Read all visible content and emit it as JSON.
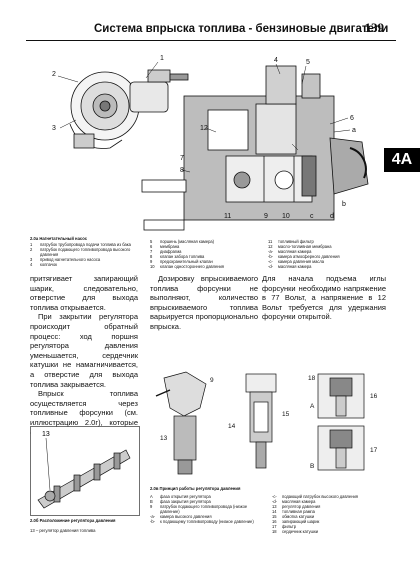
{
  "header": {
    "title": "Система впрыска топлива - бензиновые двигатели",
    "page": "139"
  },
  "tab": "4A",
  "fig1": {
    "caption": "2.0а Нагнетательный насос",
    "callouts": [
      "1",
      "2",
      "3",
      "4",
      "5",
      "6",
      "7",
      "8",
      "9",
      "10",
      "11",
      "12",
      "a",
      "b",
      "c",
      "d"
    ],
    "legend_col1": [
      {
        "k": "1",
        "v": "патрубок трубопровода подачи топлива из бака"
      },
      {
        "k": "2",
        "v": "патрубок подающего топливопровода высокого давления"
      },
      {
        "k": "3",
        "v": "привод нагнетательного насоса"
      },
      {
        "k": "4",
        "v": "колпачок"
      }
    ],
    "legend_col2": [
      {
        "k": "5",
        "v": "поршень (масляная камера)"
      },
      {
        "k": "6",
        "v": "мембрана"
      },
      {
        "k": "7",
        "v": "диафрагма"
      },
      {
        "k": "8",
        "v": "клапан забора топлива"
      },
      {
        "k": "9",
        "v": "предохранительный клапан"
      },
      {
        "k": "10",
        "v": "клапан одностороннего давления"
      }
    ],
    "legend_col3": [
      {
        "k": "11",
        "v": "топливный фильтр"
      },
      {
        "k": "12",
        "v": "масло-топливная мембрана"
      },
      {
        "k": "-a-",
        "v": "масляная камера"
      },
      {
        "k": "-b-",
        "v": "камера атмосферного давления"
      },
      {
        "k": "-c-",
        "v": "камера давления масла"
      },
      {
        "k": "-d-",
        "v": "масляная камера"
      }
    ]
  },
  "text": {
    "col1": [
      "притягивает запирающий шарик, следовательно, отверстие для выхода топлива открывается.",
      "При закрытии регулятора происходит обратный процесс: ход поршня регулятора давления уменьшается, сердечник катушки не намагничивается, а отверстие для выхода топлива закрывается.",
      "Впрыск топлива осуществляется через топливные форсунки (см. иллюстрацию 2.0г), которые открываются в зависимости от команды блока управления."
    ],
    "col2": "Дозировку впрыскиваемого топлива форсунки не выполняют, количество впрыскиваемого топлива варьируется пропорционально впрыска.",
    "col3": "Для начала подъема иглы форсунки необходимо напряжение в 77 Вольт, а напряжение в 12 Вольт требуется для удержания форсунки открытой."
  },
  "fig2": {
    "caption": "2.0б Расположение регулятора давления",
    "legend": "13 – регулятор давления топлива",
    "callouts": [
      "13"
    ]
  },
  "fig3": {
    "caption": "2.0в Принцип работы регулятора давления",
    "callouts": [
      "9",
      "13",
      "14",
      "15",
      "16",
      "17",
      "18",
      "A",
      "B"
    ],
    "legend_col1": [
      {
        "k": "A",
        "v": "фаза открытия регулятора"
      },
      {
        "k": "B",
        "v": "фаза закрытия регулятора"
      },
      {
        "k": "9",
        "v": "патрубок подающего топливопровода (низкое давление)"
      },
      {
        "k": "-a-",
        "v": "камера высокого давления"
      },
      {
        "k": "-b-",
        "v": "к подающему топливопроводу (низкое давление)"
      }
    ],
    "legend_col2": [
      {
        "k": "-c-",
        "v": "подающий патрубок высокого давления"
      },
      {
        "k": "-d-",
        "v": "масляная камера"
      },
      {
        "k": "13",
        "v": "регулятор давления"
      },
      {
        "k": "14",
        "v": "топливная рампа"
      },
      {
        "k": "15",
        "v": "обмотка катушки"
      },
      {
        "k": "16",
        "v": "запирающий шарик"
      },
      {
        "k": "17",
        "v": "фильтр"
      },
      {
        "k": "18",
        "v": "сердечник катушки"
      }
    ]
  }
}
